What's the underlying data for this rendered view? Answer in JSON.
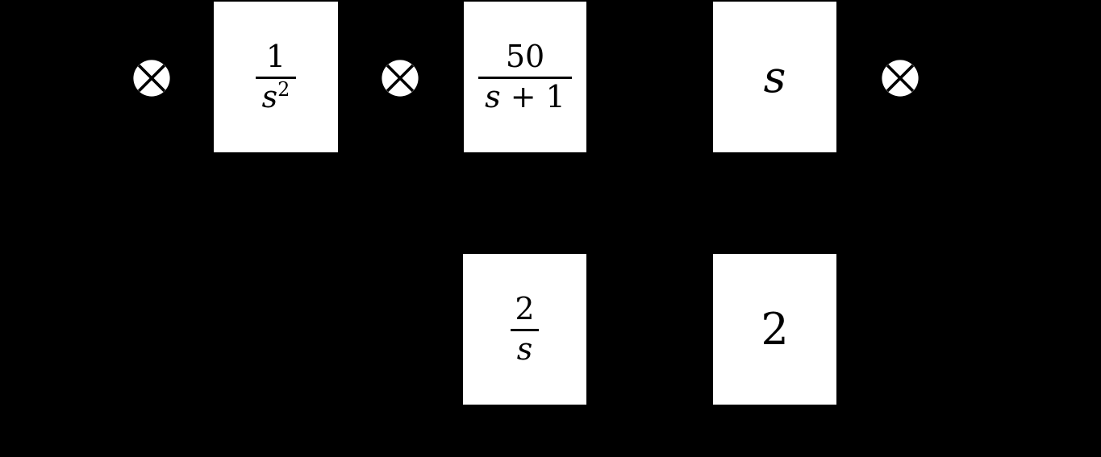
{
  "colors": {
    "background": "#000000",
    "block_fill": "#ffffff",
    "line": "#000000"
  },
  "diagram": {
    "type": "control-system-block-diagram",
    "blocks": {
      "b1": {
        "kind": "transfer-function-fraction",
        "num": "1",
        "den_var": "s",
        "den_sup": "2"
      },
      "b2": {
        "kind": "transfer-function-fraction",
        "num": "50",
        "den_var": "s",
        "den_rest": " + 1"
      },
      "b3": {
        "kind": "gain",
        "label": "s"
      },
      "b4": {
        "kind": "transfer-function-fraction",
        "num": "2",
        "den_var": "s"
      },
      "b5": {
        "kind": "gain",
        "label": "2"
      }
    },
    "summing_junctions": [
      {
        "name": "summing-junction-1",
        "symbol": "circled-cross"
      },
      {
        "name": "summing-junction-2",
        "symbol": "circled-cross"
      },
      {
        "name": "summing-junction-3",
        "symbol": "circled-cross"
      }
    ]
  }
}
